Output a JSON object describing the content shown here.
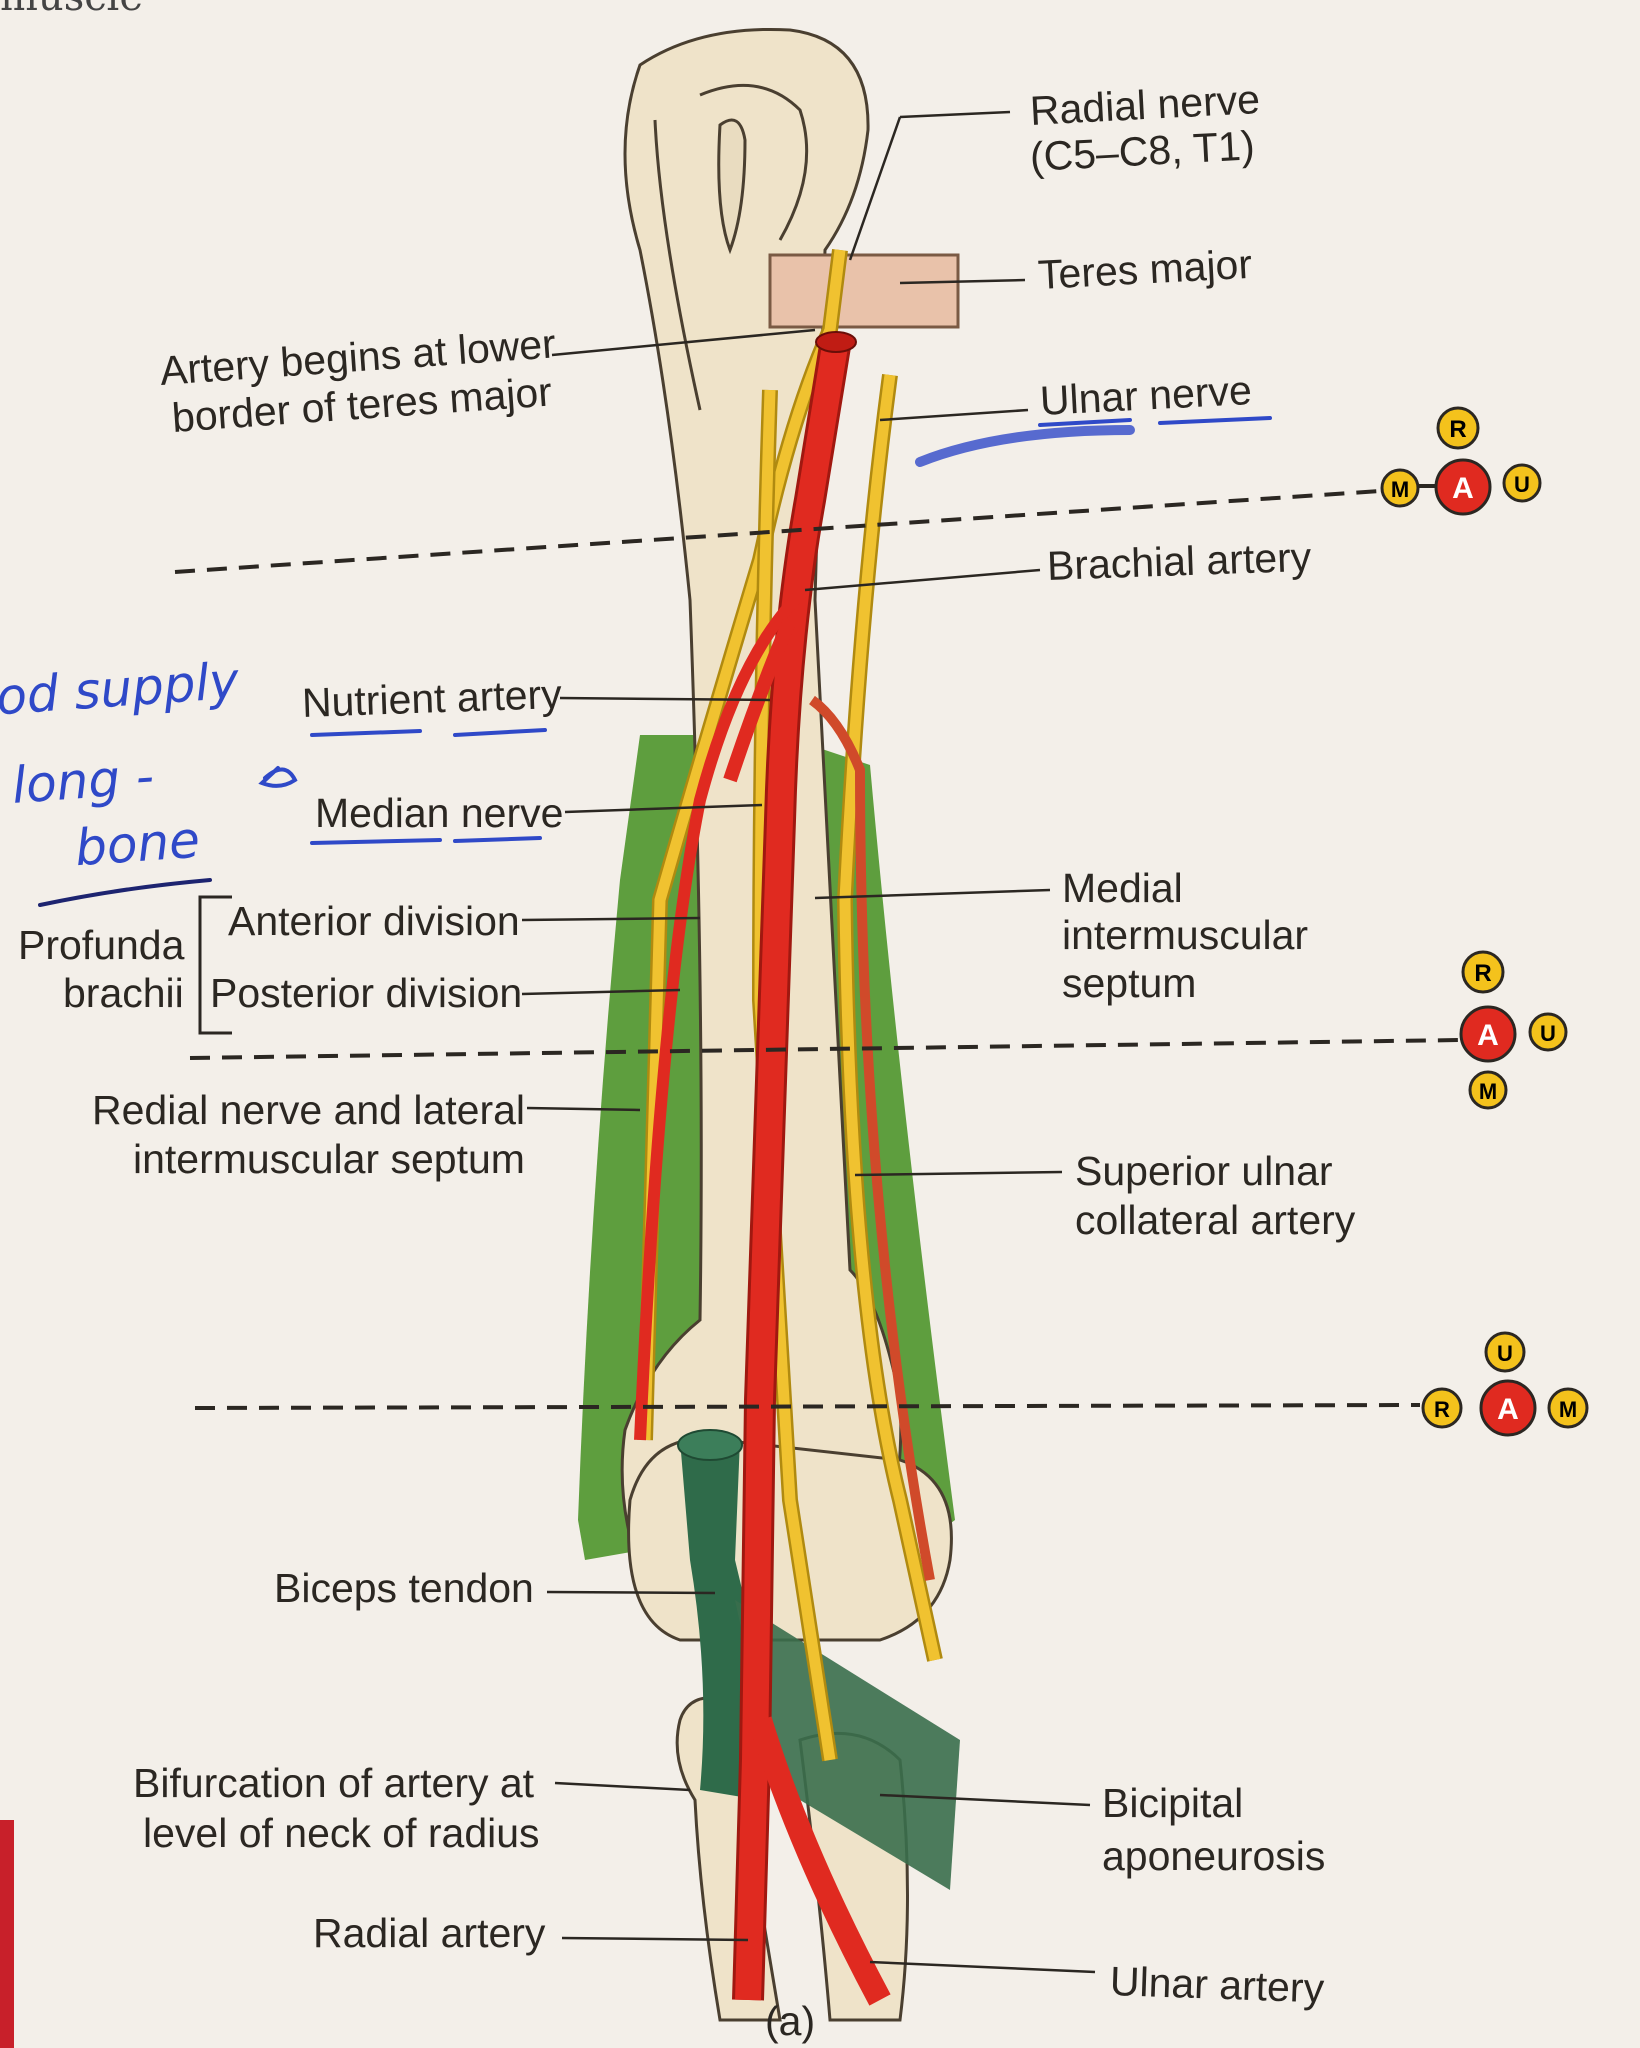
{
  "page_header": "muscle",
  "figure_caption": "(a)",
  "labels": {
    "radial_nerve": "Radial nerve",
    "radial_nerve_roots": "(C5–C8, T1)",
    "teres_major": "Teres major",
    "artery_begins_1": "Artery begins at lower",
    "artery_begins_2": "border of teres major",
    "ulnar_nerve": "Ulnar nerve",
    "brachial_artery": "Brachial artery",
    "nutrient_artery": "Nutrient artery",
    "median_nerve": "Median nerve",
    "medial_septum_1": "Medial",
    "medial_septum_2": "intermuscular",
    "medial_septum_3": "septum",
    "profunda_1": "Profunda",
    "profunda_2": "brachii",
    "anterior_division": "Anterior division",
    "posterior_division": "Posterior division",
    "redial_nerve_1": "Redial nerve and lateral",
    "redial_nerve_2": "intermuscular septum",
    "superior_ulnar_1": "Superior ulnar",
    "superior_ulnar_2": "collateral artery",
    "biceps_tendon": "Biceps tendon",
    "bifurcation_1": "Bifurcation of artery at",
    "bifurcation_2": "level of neck of radius",
    "bicipital_1": "Bicipital",
    "bicipital_2": "aponeurosis",
    "radial_artery": "Radial artery",
    "ulnar_artery": "Ulnar artery"
  },
  "handwriting": {
    "line1": "od supply",
    "line2": "long -",
    "line3": "bone"
  },
  "badges": {
    "r": "R",
    "a": "A",
    "u": "U",
    "m": "M"
  },
  "colors": {
    "bone": "#efe3c9",
    "artery": "#e02a20",
    "nerve": "#f0c230",
    "muscle_green": "#5e9e3e",
    "tendon": "#2f6b4a",
    "teres": "#e9c2aa",
    "ink_blue": "#2f49c8",
    "badge_yellow": "#f4c21c"
  }
}
